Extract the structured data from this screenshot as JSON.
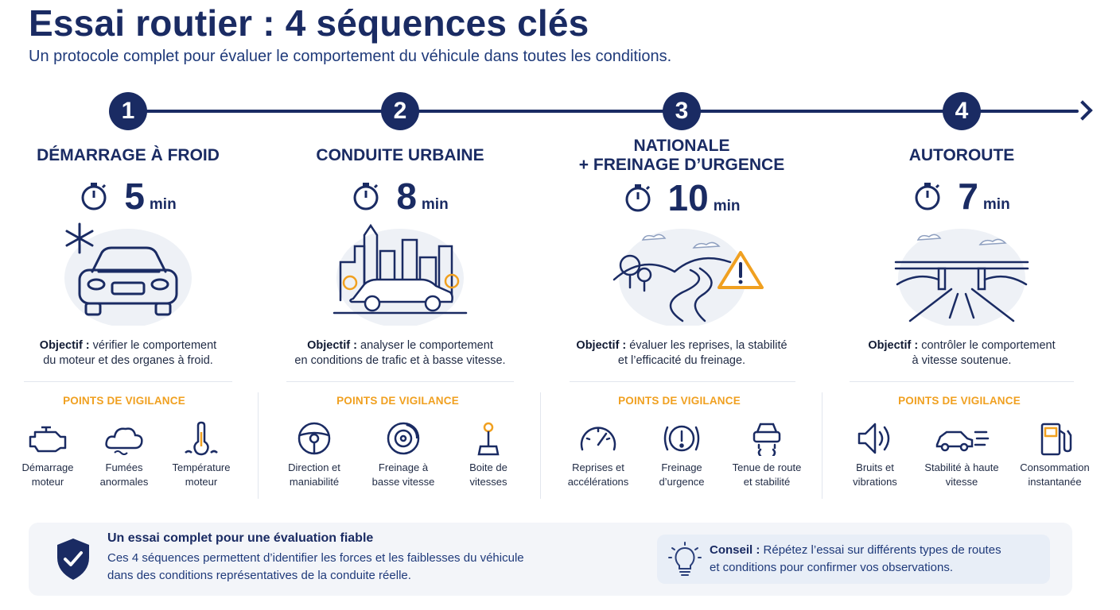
{
  "header": {
    "title": "Essai routier : 4 séquences clés",
    "subtitle": "Un protocole complet pour évaluer le comportement du véhicule dans toutes les conditions."
  },
  "steps": [
    {
      "number": "1",
      "title_lines": [
        "DÉMARRAGE À FROID"
      ],
      "duration": "5",
      "unit": "min",
      "objective_label": "Objectif :",
      "objective_lines": [
        "vérifier le comportement",
        "du moteur et des organes à froid."
      ],
      "vigilance_title": "POINTS DE VIGILANCE",
      "vigilance": [
        {
          "icon": "engine-icon",
          "lines": [
            "Démarrage",
            "moteur"
          ]
        },
        {
          "icon": "smoke-cloud-icon",
          "lines": [
            "Fumées",
            "anormales"
          ]
        },
        {
          "icon": "thermometer-icon",
          "lines": [
            "Température",
            "moteur"
          ]
        }
      ]
    },
    {
      "number": "2",
      "title_lines": [
        "CONDUITE URBAINE"
      ],
      "duration": "8",
      "unit": "min",
      "objective_label": "Objectif :",
      "objective_lines": [
        "analyser le comportement",
        "en conditions de trafic et à basse vitesse."
      ],
      "vigilance_title": "POINTS DE VIGILANCE",
      "vigilance": [
        {
          "icon": "steering-wheel-icon",
          "lines": [
            "Direction et",
            "maniabilité"
          ]
        },
        {
          "icon": "brake-disc-icon",
          "lines": [
            "Freinage à",
            "basse vitesse"
          ]
        },
        {
          "icon": "gear-stick-icon",
          "lines": [
            "Boite de",
            "vitesses"
          ]
        }
      ]
    },
    {
      "number": "3",
      "title_lines": [
        "NATIONALE",
        "+ FREINAGE D’URGENCE"
      ],
      "duration": "10",
      "unit": "min",
      "objective_label": "Objectif :",
      "objective_lines": [
        "évaluer les reprises, la stabilité",
        "et l’efficacité du freinage."
      ],
      "vigilance_title": "POINTS DE VIGILANCE",
      "vigilance": [
        {
          "icon": "speedometer-icon",
          "lines": [
            "Reprises et",
            "accélérations"
          ]
        },
        {
          "icon": "brake-warning-icon",
          "lines": [
            "Freinage",
            "d’urgence"
          ]
        },
        {
          "icon": "car-stability-icon",
          "lines": [
            "Tenue de route",
            "et stabilité"
          ]
        }
      ]
    },
    {
      "number": "4",
      "title_lines": [
        "AUTOROUTE"
      ],
      "duration": "7",
      "unit": "min",
      "objective_label": "Objectif :",
      "objective_lines": [
        "contrôler le comportement",
        "à vitesse soutenue."
      ],
      "vigilance_title": "POINTS DE VIGILANCE",
      "vigilance": [
        {
          "icon": "speaker-icon",
          "lines": [
            "Bruits et",
            "vibrations"
          ]
        },
        {
          "icon": "fast-car-icon",
          "lines": [
            "Stabilité à haute",
            "vitesse"
          ]
        },
        {
          "icon": "fuel-pump-icon",
          "lines": [
            "Consommation",
            "instantanée"
          ]
        }
      ]
    }
  ],
  "footer": {
    "title": "Un essai complet pour une évaluation fiable",
    "text_lines": [
      "Ces 4 séquences permettent d’identifier les forces et les faiblesses du véhicule",
      "dans des conditions représentatives de la conduite réelle."
    ],
    "tip_label": "Conseil :",
    "tip_lines": [
      "Répétez l’essai sur différents types de routes",
      "et conditions pour confirmer vos observations."
    ]
  },
  "colors": {
    "navy": "#1a2b63",
    "accent": "#f0a020",
    "line": "#2a3f7a"
  }
}
